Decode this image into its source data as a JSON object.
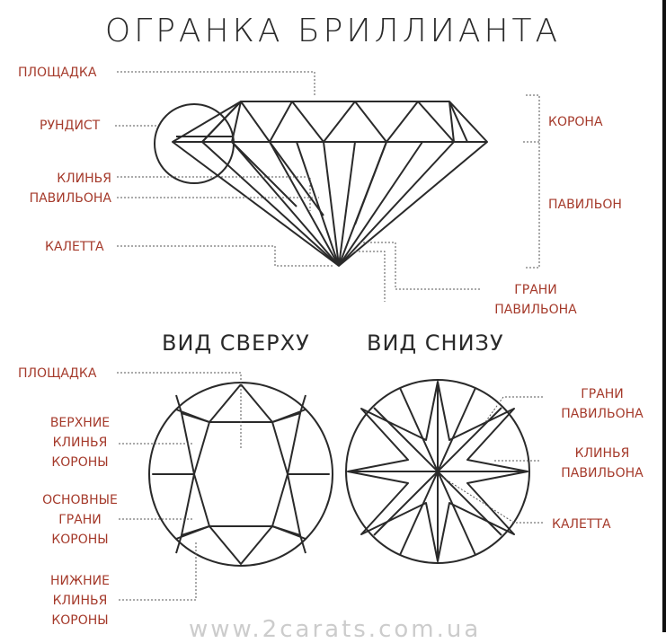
{
  "title": "ОГРАНКА БРИЛЛИАНТА",
  "side_view": {
    "labels": {
      "table": "ПЛОЩАДКА",
      "girdle": "РУНДИСТ",
      "pavilion_wedges_1": "КЛИНЬЯ",
      "pavilion_wedges_2": "ПАВИЛЬОНА",
      "culet": "КАЛЕТТА",
      "crown": "КОРОНА",
      "pavilion": "ПАВИЛЬОН",
      "pavilion_facets_1": "ГРАНИ",
      "pavilion_facets_2": "ПАВИЛЬОНА"
    }
  },
  "top_view": {
    "heading": "ВИД СВЕРХУ",
    "labels": {
      "table": "ПЛОЩАДКА",
      "upper_wedges": [
        "ВЕРХНИЕ",
        "КЛИНЬЯ",
        "КОРОНЫ"
      ],
      "main_facets": [
        "ОСНОВНЫЕ",
        "ГРАНИ",
        "КОРОНЫ"
      ],
      "lower_wedges": [
        "НИЖНИЕ",
        "КЛИНЬЯ",
        "КОРОНЫ"
      ]
    }
  },
  "bottom_view": {
    "heading": "ВИД СНИЗУ",
    "labels": {
      "pavilion_facets": [
        "ГРАНИ",
        "ПАВИЛЬОНА"
      ],
      "pavilion_wedges": [
        "КЛИНЬЯ",
        "ПАВИЛЬОНА"
      ],
      "culet": "КАЛЕТТА"
    }
  },
  "watermark": "www.2carats.com.ua",
  "colors": {
    "label": "#a53a2b",
    "line": "#2a2a2a",
    "leader": "#555555"
  }
}
